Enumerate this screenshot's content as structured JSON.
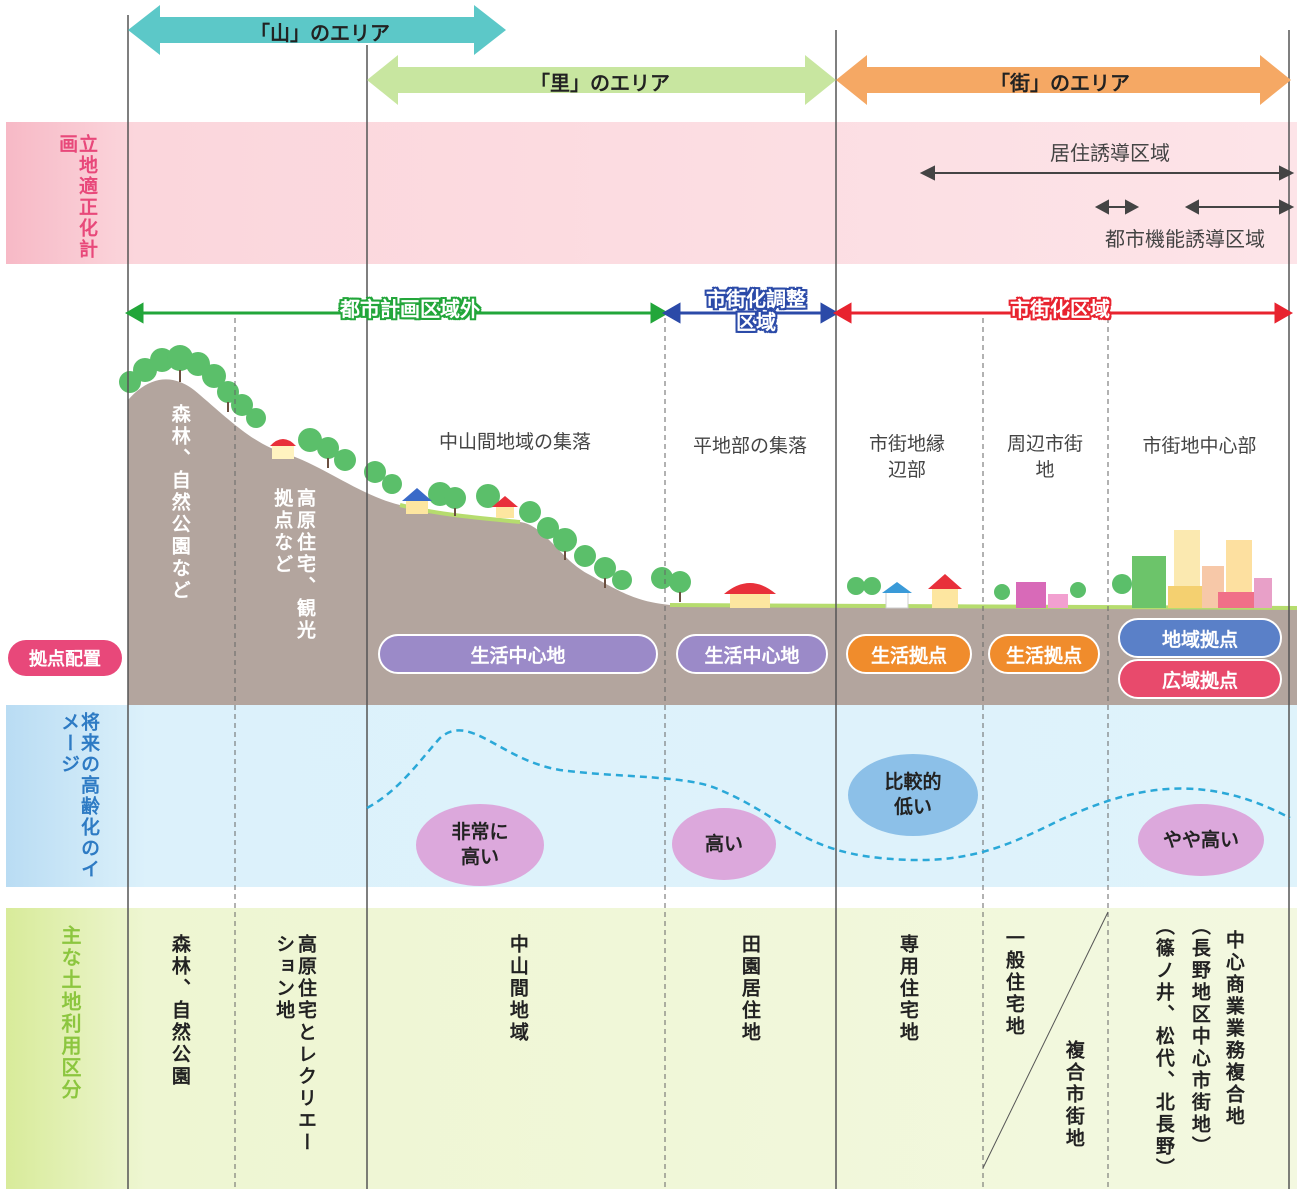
{
  "areas": {
    "mountain": "「山」のエリア",
    "village": "「里」のエリア",
    "town": "「街」のエリア"
  },
  "rows": {
    "location_plan": "立地適正化計画",
    "hub_placement": "拠点配置",
    "aging_future": "将来の高齢化のイメージ",
    "land_use": "主な土地利用区分"
  },
  "plan": {
    "residential_induction": "居住誘導区域",
    "urban_function_induction": "都市機能誘導区域"
  },
  "zones": {
    "outside_city_planning": "都市計画区域外",
    "urbanization_control": "市街化調整区域",
    "urbanization_area": "市街化区域"
  },
  "areas_desc": {
    "forest": "森林、自然公園など",
    "highland": "高原住宅、観光拠点など",
    "mountain_village": "中山間地域の集落",
    "flat_village": "平地部の集落",
    "urban_edge": "市街地縁辺部",
    "surrounding_urban": "周辺市街地",
    "urban_center": "市街地中心部"
  },
  "hubs": {
    "life_center_1": "生活中心地",
    "life_center_2": "生活中心地",
    "life_hub_1": "生活拠点",
    "life_hub_2": "生活拠点",
    "regional_hub": "地域拠点",
    "wide_area_hub": "広域拠点"
  },
  "aging": {
    "very_high": "非常に高い",
    "high": "高い",
    "relatively_low": "比較的低い",
    "somewhat_high": "やや高い"
  },
  "land_use": {
    "forest_park": "森林、自然公園",
    "highland_recreation": "高原住宅とレクリエーション地",
    "mountain_area": "中山間地域",
    "rural_residential": "田園居住地",
    "exclusive_residential": "専用住宅地",
    "general_residential": "一般住宅地",
    "mixed_urban": "複合市街地",
    "commercial_mixed": "中心商業業務複合地",
    "commercial_mixed_note1": "（長野地区中心市街地）",
    "commercial_mixed_note2": "（篠ノ井、松代、北長野）"
  },
  "colors": {
    "mountain_arrow": "#5cc8c8",
    "village_arrow": "#c8e6a0",
    "town_arrow": "#f5a864",
    "plan_band": "#fbd6dc",
    "plan_label": "#e8487a",
    "hill": "#b3a59e",
    "aging_band": "#dcf1fb",
    "aging_label": "#2e7bc4",
    "landuse_band": "#f3f8de",
    "landuse_label": "#8cc63f",
    "outside_zone": "#22a63a",
    "control_zone": "#2b4aa8",
    "urban_zone": "#e8232f",
    "life_center_pill": "#9b8ac8",
    "life_hub_pill": "#f08c2c",
    "regional_hub_pill": "#5a80c8",
    "wide_hub_pill": "#e84a6c",
    "aging_oval_pink": "#dca8dc",
    "aging_oval_blue": "#8cc0e8",
    "curve": "#2aa8d8"
  }
}
